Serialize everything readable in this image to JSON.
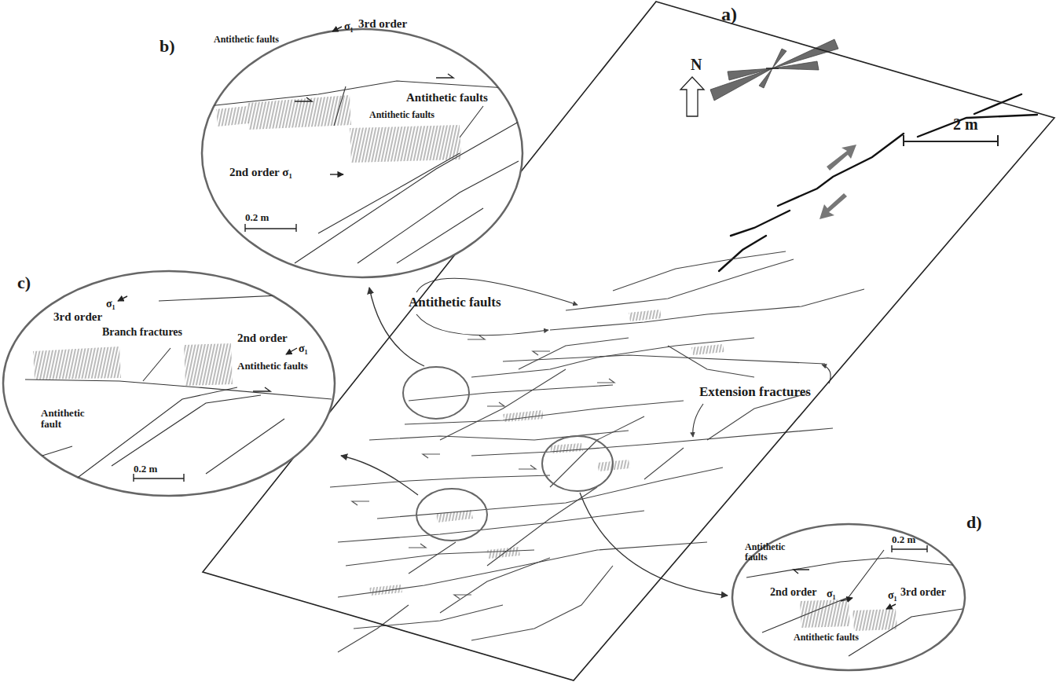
{
  "diagram": {
    "nodes": [
      {
        "text": [
          "a)",
          "N",
          "2 m",
          "Antithetic faults",
          "Extension fractures"
        ]
      },
      {
        "text": [
          "b)",
          "Antithetic faults",
          "σ₁",
          "3rd order",
          "Antithetic faults",
          "Antithetic faults",
          "2nd order σ₁",
          "0.2 m"
        ]
      },
      {
        "text": [
          "c)",
          "σ₁",
          "3rd order",
          "Branch fractures",
          "2nd order",
          "σ₁",
          "Antithetic faults",
          "Antithetic fault",
          "0.2 m"
        ]
      },
      {
        "text": [
          "d)",
          "Antithetic faults",
          "0.2 m",
          "2nd order",
          "σ₁",
          "σ₁",
          "3rd order",
          "Antithetic faults"
        ]
      }
    ]
  }
}
